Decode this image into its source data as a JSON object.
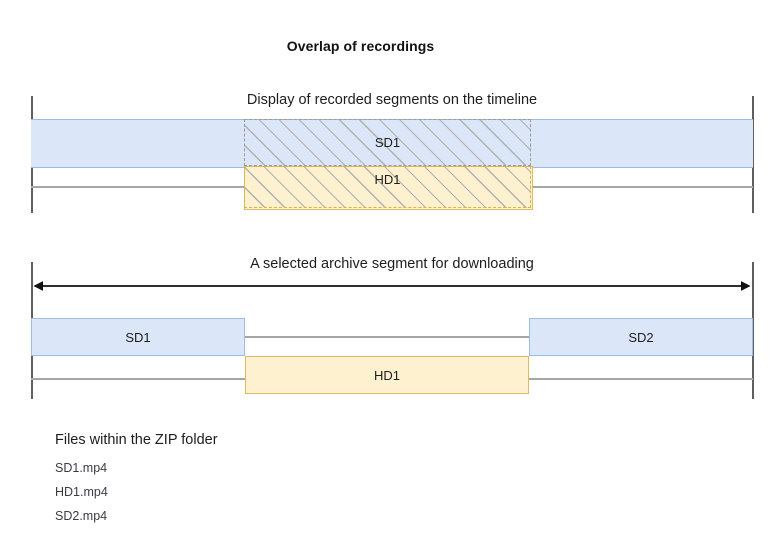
{
  "title": "Overlap of recordings",
  "diagram1": {
    "caption": "Display of recorded segments on the timeline",
    "sd_label": "SD1",
    "hd_label": "HD1"
  },
  "diagram2": {
    "caption": "A selected archive segment for downloading",
    "sd1_label": "SD1",
    "sd2_label": "SD2",
    "hd1_label": "HD1"
  },
  "files": {
    "heading": "Files within the ZIP folder",
    "items": [
      "SD1.mp4",
      "HD1.mp4",
      "SD2.mp4"
    ]
  },
  "colors": {
    "blue_fill": "#dbe7f8",
    "blue_stroke": "#9dbbe4",
    "yellow_fill": "#fdf1d0",
    "yellow_stroke": "#e0bb5c",
    "rule": "#a6a6a6",
    "tick": "#5f5f5f",
    "hatch": "#b0b0b0"
  }
}
